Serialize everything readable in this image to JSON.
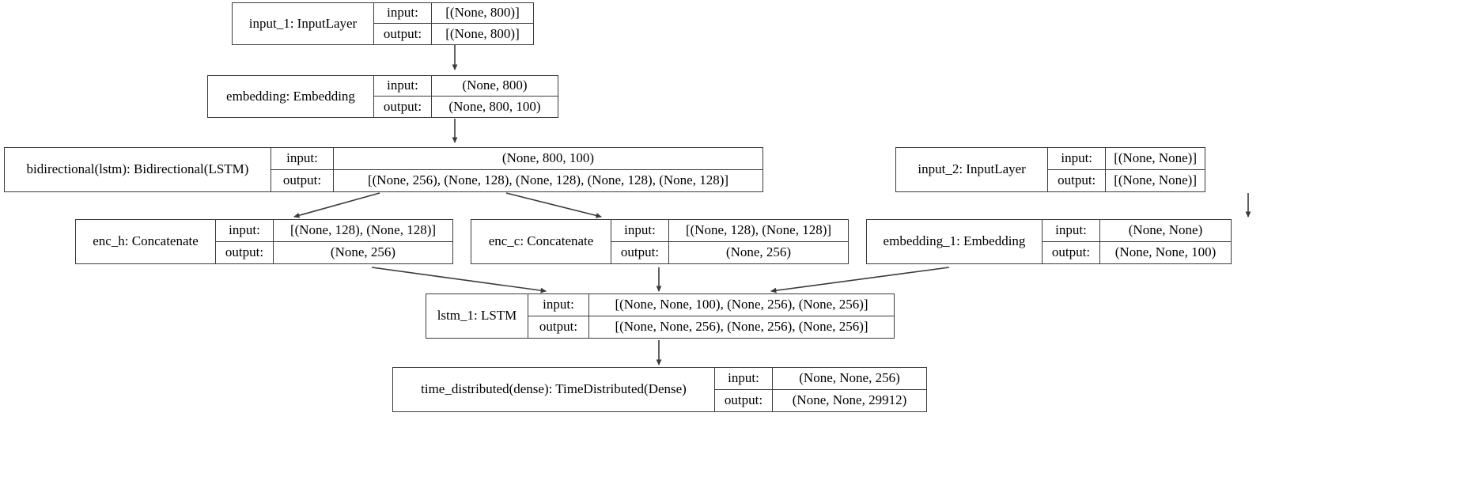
{
  "diagram": {
    "title": "Keras model architecture graph",
    "io_labels": {
      "input": "input:",
      "output": "output:"
    },
    "style": {
      "border_color": "#3b3b3b",
      "edge_color": "#3b3b3b",
      "background": "#ffffff"
    }
  },
  "nodes": [
    {
      "id": "input_1",
      "name": "input_1: InputLayer",
      "input": "[(None, 800)]",
      "output": "[(None, 800)]"
    },
    {
      "id": "embedding",
      "name": "embedding: Embedding",
      "input": "(None, 800)",
      "output": "(None, 800, 100)"
    },
    {
      "id": "bidirectional_lstm",
      "name": "bidirectional(lstm): Bidirectional(LSTM)",
      "input": "(None, 800, 100)",
      "output": "[(None, 256), (None, 128), (None, 128), (None, 128), (None, 128)]"
    },
    {
      "id": "input_2",
      "name": "input_2: InputLayer",
      "input": "[(None, None)]",
      "output": "[(None, None)]"
    },
    {
      "id": "enc_h",
      "name": "enc_h: Concatenate",
      "input": "[(None, 128), (None, 128)]",
      "output": "(None, 256)"
    },
    {
      "id": "enc_c",
      "name": "enc_c: Concatenate",
      "input": "[(None, 128), (None, 128)]",
      "output": "(None, 256)"
    },
    {
      "id": "embedding_1",
      "name": "embedding_1: Embedding",
      "input": "(None, None)",
      "output": "(None, None, 100)"
    },
    {
      "id": "lstm_1",
      "name": "lstm_1: LSTM",
      "input": "[(None, None, 100), (None, 256), (None, 256)]",
      "output": "[(None, None, 256), (None, 256), (None, 256)]"
    },
    {
      "id": "time_distributed",
      "name": "time_distributed(dense): TimeDistributed(Dense)",
      "input": "(None, None, 256)",
      "output": "(None, None, 29912)"
    }
  ],
  "edges": [
    {
      "from": "input_1",
      "to": "embedding"
    },
    {
      "from": "embedding",
      "to": "bidirectional_lstm"
    },
    {
      "from": "bidirectional_lstm",
      "to": "enc_h"
    },
    {
      "from": "bidirectional_lstm",
      "to": "enc_c"
    },
    {
      "from": "input_2",
      "to": "embedding_1"
    },
    {
      "from": "enc_h",
      "to": "lstm_1"
    },
    {
      "from": "enc_c",
      "to": "lstm_1"
    },
    {
      "from": "embedding_1",
      "to": "lstm_1"
    },
    {
      "from": "lstm_1",
      "to": "time_distributed"
    }
  ]
}
